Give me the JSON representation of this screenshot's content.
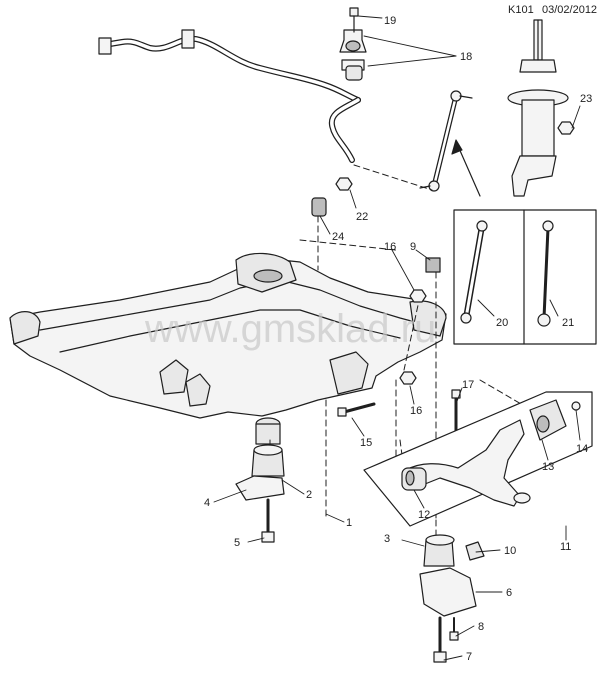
{
  "header": {
    "code": "K101",
    "date": "03/02/2012"
  },
  "watermark": "www.gmsklad.ru",
  "callouts": [
    "1",
    "2",
    "3",
    "4",
    "5",
    "6",
    "7",
    "8",
    "9",
    "10",
    "11",
    "12",
    "13",
    "14",
    "15",
    "16",
    "16",
    "17",
    "18",
    "19",
    "20",
    "21",
    "22",
    "23",
    "24"
  ],
  "colors": {
    "line": "#1f1f1f",
    "fill": "#f4f4f4",
    "dark": "#bdbdbd",
    "watermark": "#c8c8c8"
  }
}
